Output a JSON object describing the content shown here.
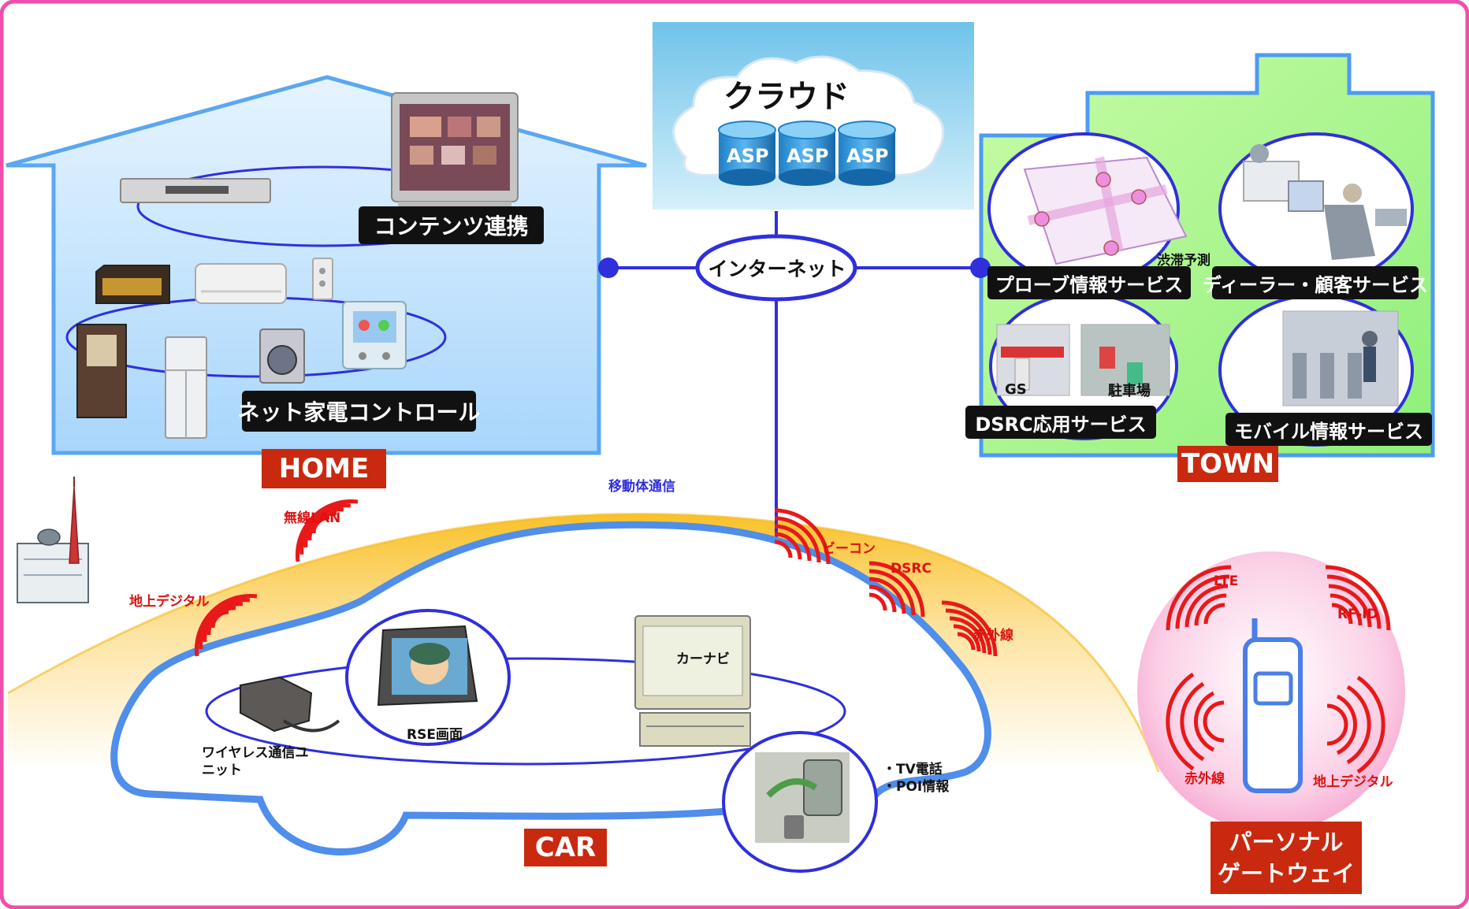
{
  "cloud": {
    "title": "クラウド",
    "servers": [
      "ASP",
      "ASP",
      "ASP"
    ]
  },
  "internet": {
    "label": "インターネット"
  },
  "home": {
    "label": "HOME",
    "content_link": "コンテンツ連携",
    "appliance_control": "ネット家電コントロール"
  },
  "town": {
    "label": "TOWN",
    "services": {
      "probe": "プローブ情報サービス",
      "dealer": "ディーラー・顧客サービス",
      "dsrc": "DSRC応用サービス",
      "mobile": "モバイル情報サービス"
    },
    "map_note": "渋滞予測",
    "gs": "GS",
    "parking": "駐車場"
  },
  "car": {
    "label": "CAR",
    "mobile_comm": "移動体通信",
    "navi": "カーナビ",
    "rse": "RSE画面",
    "wireless_unit": "ワイヤレス通信ユニット",
    "tv_phone": "・TV電話",
    "poi": "・POI情報"
  },
  "signals": {
    "wireless_lan": "無線LAN",
    "terrestrial_digital": "地上デジタル",
    "beacon": "ビーコン",
    "dsrc": "DSRC",
    "infrared": "赤外線"
  },
  "personal_gateway": {
    "label_line1": "パーソナル",
    "label_line2": "ゲートウェイ",
    "signals": {
      "lte": "LTE",
      "rfid": "RF-ID",
      "infrared": "赤外線",
      "terrestrial_digital": "地上デジタル"
    }
  },
  "colors": {
    "border_pink": "#ee4fae",
    "line_blue": "#2f2fdd",
    "label_red": "#c9290f",
    "town_green": "#8ef07a",
    "home_blue": "#bfe2fb"
  }
}
